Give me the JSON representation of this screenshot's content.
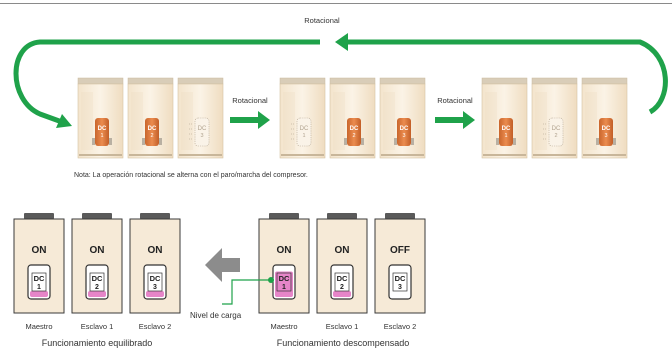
{
  "top": {
    "loop_label": "Rotacional",
    "step_label_1": "Rotacional",
    "step_label_2": "Rotacional",
    "note": "Nota: La operación rotacional se alterna con el paro/marcha del compresor.",
    "groups": [
      {
        "units": [
          {
            "dc": "DC\n1",
            "active": true
          },
          {
            "dc": "DC\n2",
            "active": true
          },
          {
            "dc": "DC\n3",
            "active": false
          }
        ]
      },
      {
        "units": [
          {
            "dc": "DC\n1",
            "active": false
          },
          {
            "dc": "DC\n2",
            "active": true
          },
          {
            "dc": "DC\n3",
            "active": true
          }
        ]
      },
      {
        "units": [
          {
            "dc": "DC\n1",
            "active": true
          },
          {
            "dc": "DC\n2",
            "active": false
          },
          {
            "dc": "DC\n3",
            "active": true
          }
        ]
      }
    ]
  },
  "bottom": {
    "balanced": {
      "caption": "Funcionamiento equilibrado",
      "units": [
        {
          "state": "ON",
          "dc_top": "DC",
          "dc_num": "1",
          "name": "Maestro",
          "load": 0.2
        },
        {
          "state": "ON",
          "dc_top": "DC",
          "dc_num": "2",
          "name": "Esclavo 1",
          "load": 0.2
        },
        {
          "state": "ON",
          "dc_top": "DC",
          "dc_num": "3",
          "name": "Esclavo 2",
          "load": 0.2
        }
      ]
    },
    "unbalanced": {
      "caption": "Funcionamiento descompensado",
      "load_label": "Nivel de carga",
      "units": [
        {
          "state": "ON",
          "dc_top": "DC",
          "dc_num": "1",
          "name": "Maestro",
          "load": 0.85
        },
        {
          "state": "ON",
          "dc_top": "DC",
          "dc_num": "2",
          "name": "Esclavo 1",
          "load": 0.2
        },
        {
          "state": "OFF",
          "dc_top": "DC",
          "dc_num": "3",
          "name": "Esclavo 2",
          "load": 0
        }
      ]
    }
  },
  "colors": {
    "arrow_green": "#1fa24a",
    "gray_arrow": "#8c8c8c",
    "unit_body": "#f8ecd9",
    "compressor_on": "#e07a3a",
    "load_pink": "#e685c8",
    "panel_beige": "#f6ead7"
  }
}
